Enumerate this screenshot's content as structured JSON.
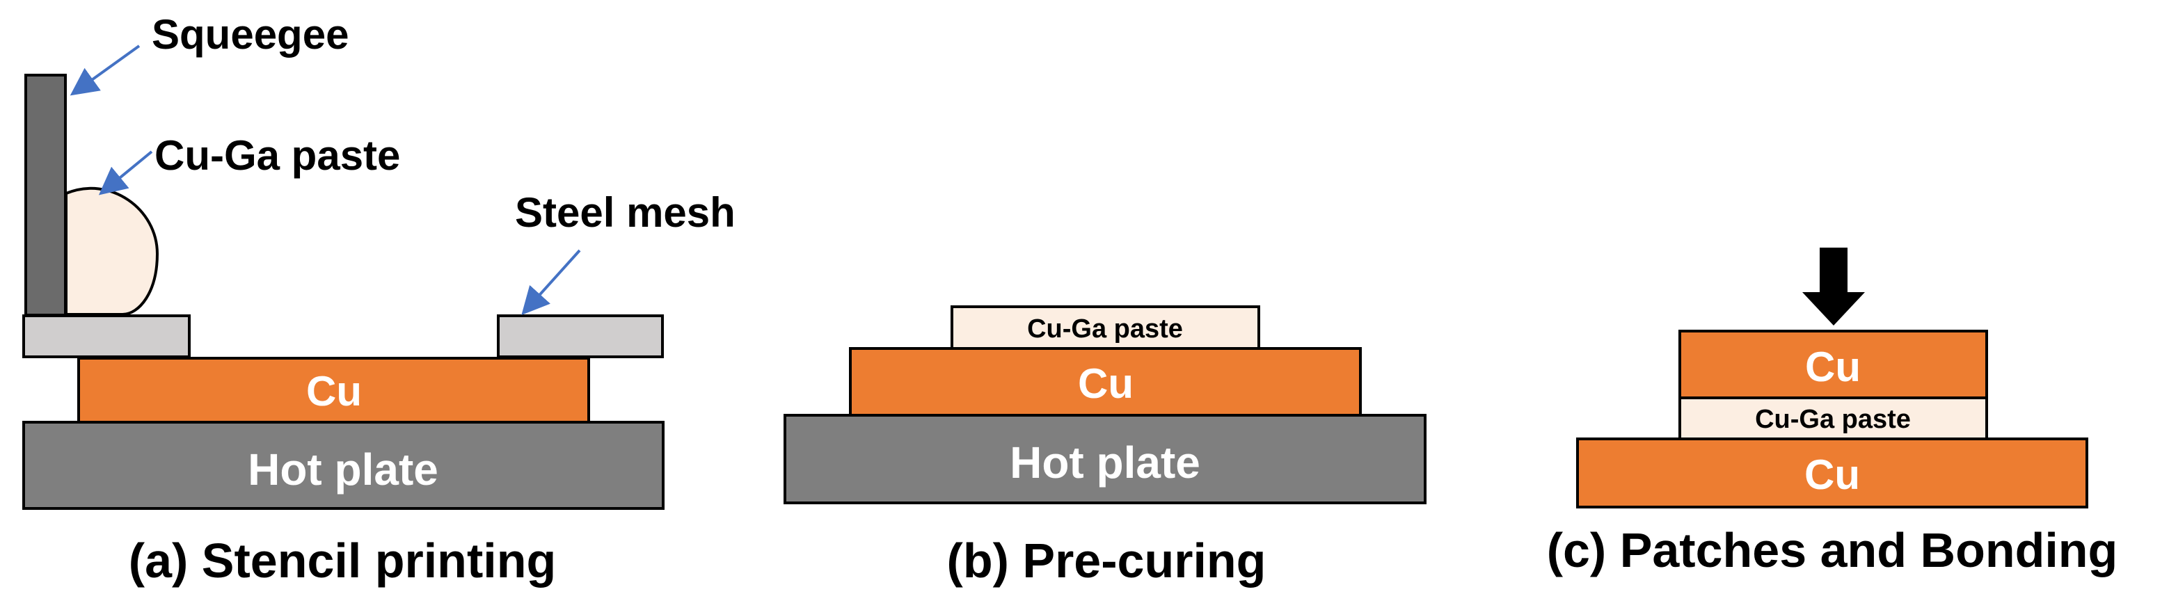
{
  "panel_a": {
    "caption": "(a) Stencil printing",
    "labels": {
      "squeegee": "Squeegee",
      "paste": "Cu-Ga paste",
      "steel_mesh": "Steel mesh"
    },
    "layers": {
      "cu": "Cu",
      "hot_plate": "Hot plate"
    }
  },
  "panel_b": {
    "caption": "(b) Pre-curing",
    "layers": {
      "paste": "Cu-Ga paste",
      "cu": "Cu",
      "hot_plate": "Hot plate"
    }
  },
  "panel_c": {
    "caption": "(c) Patches and Bonding",
    "layers": {
      "cu_top": "Cu",
      "paste": "Cu-Ga paste",
      "cu_bottom": "Cu"
    }
  },
  "colors": {
    "copper": "#ED7D31",
    "hot_plate": "#7F7F7F",
    "paste": "#FCEEE2",
    "steel_mesh": "#D0CECE",
    "squeegee": "#6B6B6B",
    "arrow_line": "#4472C4",
    "press_arrow": "#000000"
  }
}
